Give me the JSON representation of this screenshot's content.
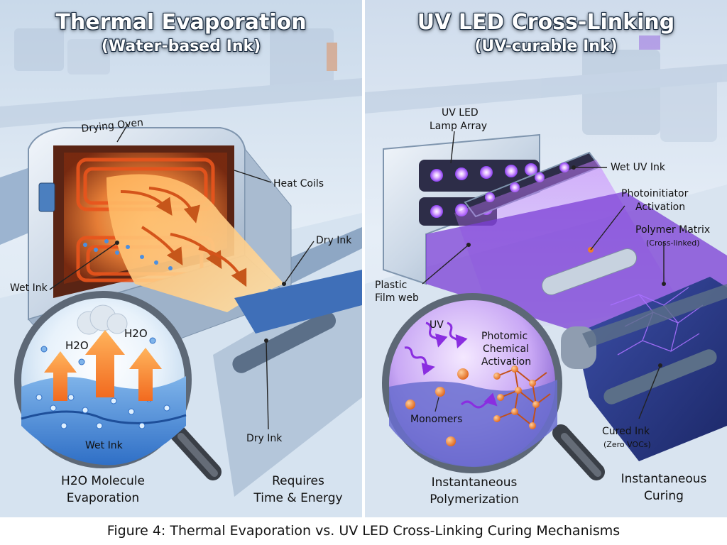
{
  "left_panel": {
    "title": "Thermal Evaporation",
    "subtitle": "(Water-based Ink)",
    "labels": {
      "oven": "Drying Oven",
      "heat_coils": "Heat Coils",
      "dry_ink_top": "Dry Ink",
      "wet_ink": "Wet Ink",
      "dry_ink_bottom": "Dry Ink",
      "h2o_left": "H2O",
      "h2o_right": "H2O",
      "inset_wet_ink": "Wet Ink",
      "bottom_left_1": "H2O Molecule",
      "bottom_left_2": "Evaporation",
      "bottom_right_1": "Requires",
      "bottom_right_2": "Time & Energy"
    }
  },
  "right_panel": {
    "title": "UV LED Cross-Linking",
    "subtitle": "(UV-curable Ink)",
    "labels": {
      "lamp_1": "UV LED",
      "lamp_2": "Lamp Array",
      "wet_uv_ink": "Wet UV Ink",
      "photo_1": "Photoinitiator",
      "photo_2": "Activation",
      "polymer_1": "Polymer Matrix",
      "polymer_2": "(Cross-linked)",
      "film_1": "Plastic",
      "film_2": "Film web",
      "uv": "UV",
      "chem_1": "Photomic",
      "chem_2": "Chemical",
      "chem_3": "Activation",
      "monomers": "Monomers",
      "cured_1": "Cured Ink",
      "cured_2": "(Zero VOCs)",
      "bottom_left_1": "Instantaneous",
      "bottom_left_2": "Polymerization",
      "bottom_right_1": "Instantaneous",
      "bottom_right_2": "Curing"
    }
  },
  "caption": "Figure 4: Thermal Evaporation vs. UV LED Cross-Linking Curing Mechanisms",
  "colors": {
    "heat_orange": "#f47a2a",
    "uv_purple": "#9b4dff",
    "film_blue": "#2f3f8f",
    "panel_bg": "#dfeaf5"
  }
}
